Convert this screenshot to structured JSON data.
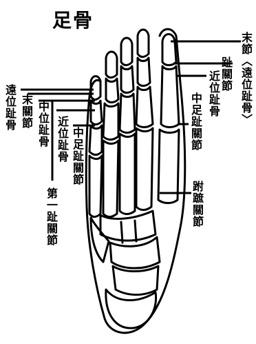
{
  "title": "足骨",
  "labels": {
    "end_phalanx": "末節〈遠位趾骨〉",
    "toe_joint_1": "趾關節",
    "proximal_phalanx": "近位趾骨",
    "middle_foot_joint": "中足趾關節",
    "tarsometatarsal_joint": "跗蹠關節",
    "distal_phalanx_left": "遠位趾骨",
    "end_joint_left": "末關節",
    "middle_phalanx_left": "中位趾骨",
    "proximal_phalanx_left": "近位趾骨",
    "middle_foot_joint_left": "中足趾關節",
    "first_toe_joint": "第一趾關節"
  }
}
